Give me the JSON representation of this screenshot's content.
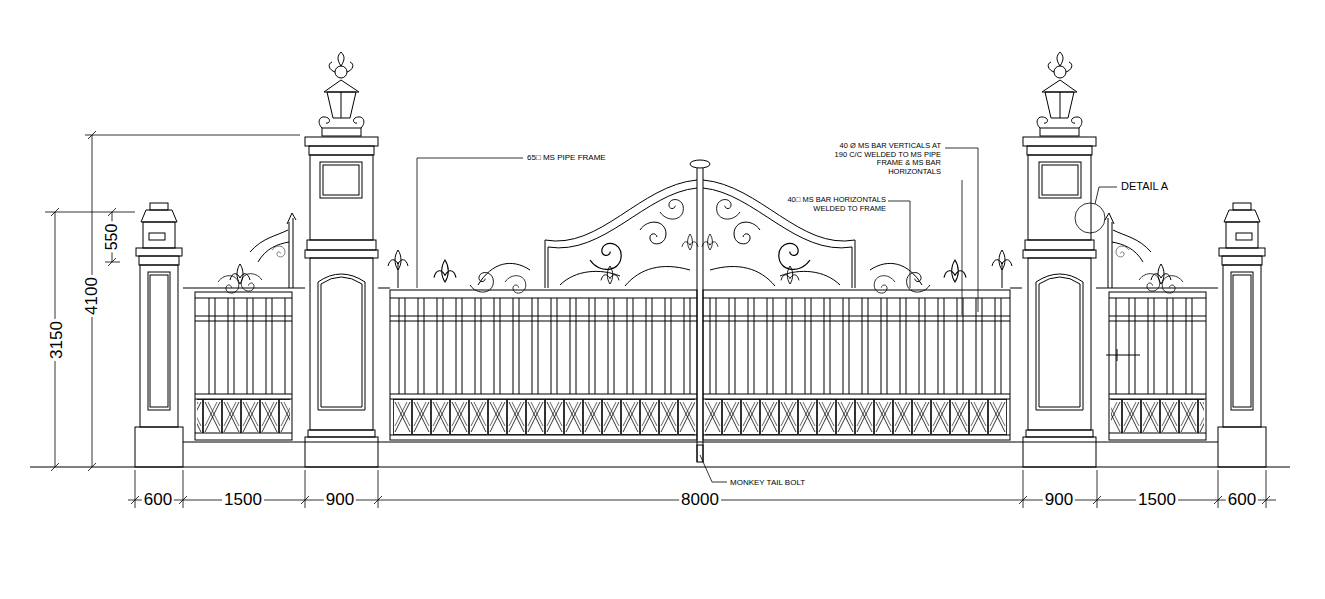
{
  "diagram": {
    "labels": [
      "3150",
      "4100",
      "550",
      "65□ MS PIPE FRAME",
      "40 Ø MS BAR VERTICALS AT 190 C/C WELDED TO MS PIPE FRAME & MS BAR HORIZONTALS",
      "40□ MS BAR HORIZONTALS WELDED TO FRAME",
      "DETAIL A",
      "MONKEY TAIL BOLT",
      "600",
      "1500",
      "900",
      "8000",
      "900",
      "1500",
      "600"
    ]
  }
}
